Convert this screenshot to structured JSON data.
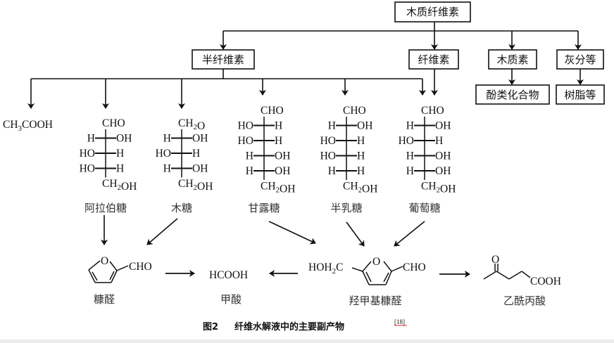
{
  "root": "木质纤维素",
  "level1": [
    {
      "id": "hemicellulose",
      "label": "半纤维素"
    },
    {
      "id": "cellulose",
      "label": "纤维素"
    },
    {
      "id": "lignin",
      "label": "木质素"
    },
    {
      "id": "ash",
      "label": "灰分等"
    }
  ],
  "level2": [
    {
      "id": "phenolics",
      "label": "酚类化合物",
      "parent": "lignin"
    },
    {
      "id": "resins",
      "label": "树脂等",
      "parent": "ash"
    }
  ],
  "acetic_acid": {
    "formula_parts": [
      "CH",
      "3",
      "COOH"
    ]
  },
  "sugars": [
    {
      "id": "arabinose",
      "name": "阿拉伯糖",
      "top": "CHO",
      "rows": [
        [
          "H",
          "OH"
        ],
        [
          "HO",
          "H"
        ],
        [
          "HO",
          "H"
        ]
      ],
      "bottom": "CH2OH"
    },
    {
      "id": "xylose",
      "name": "木糖",
      "top": "CH2O",
      "rows": [
        [
          "H",
          "OH"
        ],
        [
          "HO",
          "H"
        ],
        [
          "H",
          "OH"
        ]
      ],
      "bottom": "CH2OH"
    },
    {
      "id": "mannose",
      "name": "甘露糖",
      "top": "CHO",
      "rows": [
        [
          "HO",
          "H"
        ],
        [
          "HO",
          "H"
        ],
        [
          "H",
          "OH"
        ],
        [
          "H",
          "OH"
        ]
      ],
      "bottom": "CH2OH"
    },
    {
      "id": "galactose",
      "name": "半乳糖",
      "top": "CHO",
      "rows": [
        [
          "H",
          "OH"
        ],
        [
          "HO",
          "H"
        ],
        [
          "HO",
          "H"
        ],
        [
          "H",
          "H"
        ]
      ],
      "bottom": "CH2OH"
    },
    {
      "id": "glucose",
      "name": "葡萄糖",
      "top": "CHO",
      "rows": [
        [
          "H",
          "OH"
        ],
        [
          "HO",
          "H"
        ],
        [
          "H",
          "OH"
        ],
        [
          "H",
          "OH"
        ]
      ],
      "bottom": "CH2OH"
    }
  ],
  "products": {
    "furfural": {
      "name": "糠醛",
      "substituent": "CHO",
      "ring_atom": "O"
    },
    "formic_acid": {
      "name": "甲酸",
      "formula": "HCOOH"
    },
    "hmf": {
      "name": "羟甲基糠醛",
      "left_group_parts": [
        "HOH",
        "2",
        "C"
      ],
      "substituent": "CHO",
      "ring_atom": "O"
    },
    "levulinic_acid": {
      "name": "乙酰丙酸",
      "ketone_o": "O",
      "acid": "COOH"
    }
  },
  "caption": {
    "prefix": "图2",
    "text": "纤维水解液中的主要副产物",
    "citation": "[18]",
    "citation_underline_color": "#e03030"
  }
}
